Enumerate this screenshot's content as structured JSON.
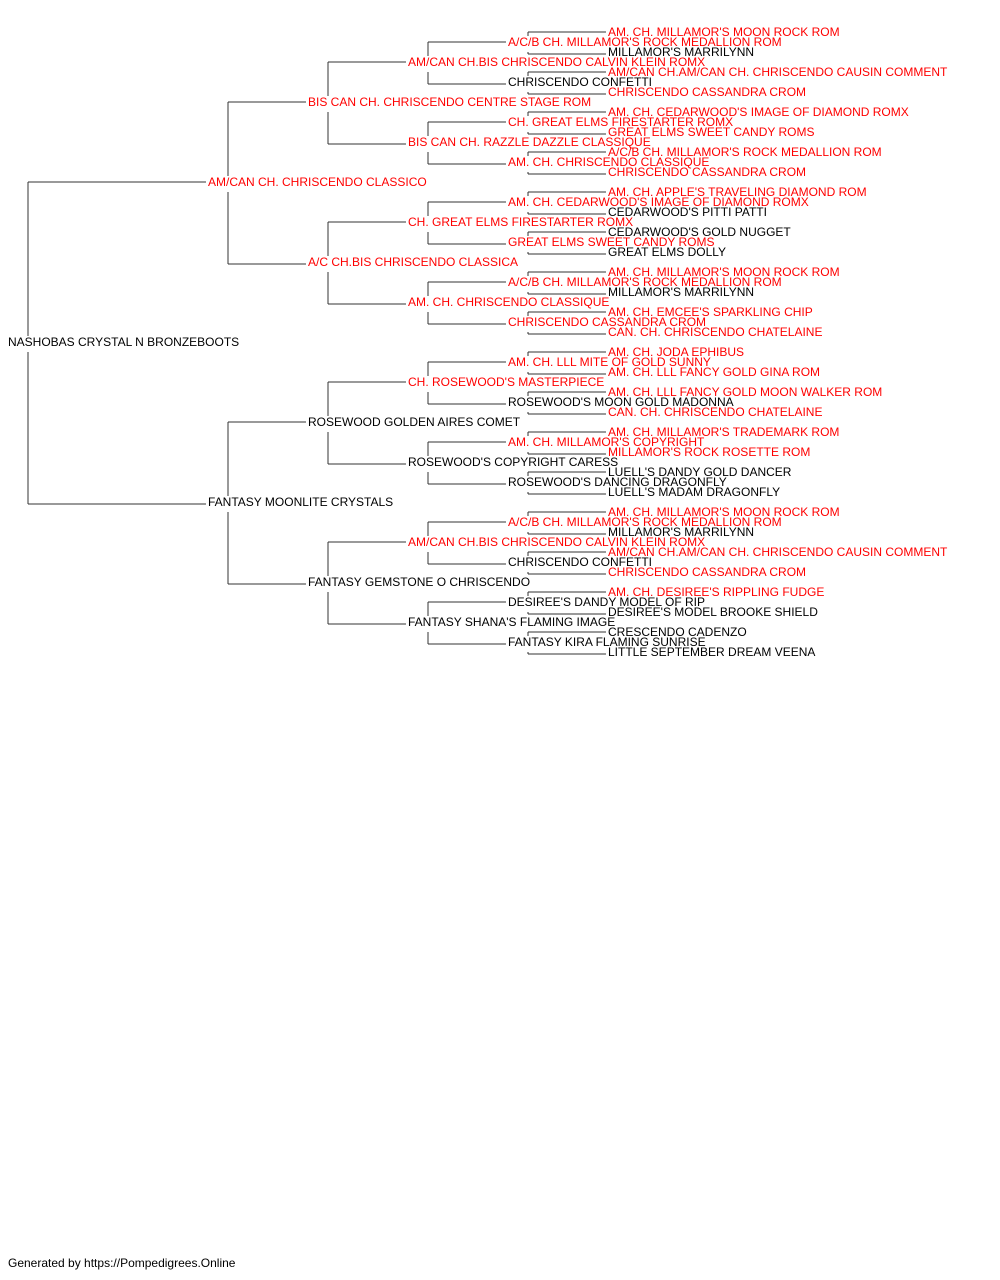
{
  "colors": {
    "champion": "#ff0000",
    "regular": "#000000",
    "line": "#333333"
  },
  "pedigree": {
    "name": "NASHOBAS CRYSTAL N BRONZEBOOTS",
    "champion": false,
    "sire": {
      "name": "AM/CAN CH. CHRISCENDO CLASSICO",
      "champion": true,
      "sire": {
        "name": "BIS CAN CH. CHRISCENDO CENTRE STAGE ROM",
        "champion": true,
        "sire": {
          "name": "AM/CAN CH.BIS CHRISCENDO CALVIN KLEIN ROMX",
          "champion": true,
          "sire": {
            "name": "A/C/B CH. MILLAMOR'S ROCK MEDALLION ROM",
            "champion": true,
            "sire": {
              "name": "AM. CH. MILLAMOR'S MOON ROCK ROM",
              "champion": true
            },
            "dam": {
              "name": "MILLAMOR'S MARRILYNN",
              "champion": false
            }
          },
          "dam": {
            "name": "CHRISCENDO CONFETTI",
            "champion": false,
            "sire": {
              "name": "AM/CAN CH.AM/CAN CH. CHRISCENDO CAUSIN COMMENT",
              "champion": true
            },
            "dam": {
              "name": "CHRISCENDO CASSANDRA CROM",
              "champion": true
            }
          }
        },
        "dam": {
          "name": "BIS CAN CH. RAZZLE DAZZLE CLASSIQUE",
          "champion": true,
          "sire": {
            "name": "CH. GREAT ELMS FIRESTARTER ROMX",
            "champion": true,
            "sire": {
              "name": "AM. CH. CEDARWOOD'S IMAGE OF DIAMOND ROMX",
              "champion": true
            },
            "dam": {
              "name": "GREAT ELMS SWEET CANDY ROMS",
              "champion": true
            }
          },
          "dam": {
            "name": "AM. CH. CHRISCENDO CLASSIQUE",
            "champion": true,
            "sire": {
              "name": "A/C/B CH. MILLAMOR'S ROCK MEDALLION ROM",
              "champion": true
            },
            "dam": {
              "name": "CHRISCENDO CASSANDRA CROM",
              "champion": true
            }
          }
        }
      },
      "dam": {
        "name": "A/C CH.BIS CHRISCENDO CLASSICA",
        "champion": true,
        "sire": {
          "name": "CH. GREAT ELMS FIRESTARTER ROMX",
          "champion": true,
          "sire": {
            "name": "AM. CH. CEDARWOOD'S IMAGE OF DIAMOND ROMX",
            "champion": true,
            "sire": {
              "name": "AM. CH. APPLE'S TRAVELING DIAMOND ROM",
              "champion": true
            },
            "dam": {
              "name": "CEDARWOOD'S PITTI PATTI",
              "champion": false
            }
          },
          "dam": {
            "name": "GREAT ELMS SWEET CANDY ROMS",
            "champion": true,
            "sire": {
              "name": "CEDARWOOD'S GOLD NUGGET",
              "champion": false
            },
            "dam": {
              "name": "GREAT ELMS DOLLY",
              "champion": false
            }
          }
        },
        "dam": {
          "name": "AM. CH. CHRISCENDO CLASSIQUE",
          "champion": true,
          "sire": {
            "name": "A/C/B CH. MILLAMOR'S ROCK MEDALLION ROM",
            "champion": true,
            "sire": {
              "name": "AM. CH. MILLAMOR'S MOON ROCK ROM",
              "champion": true
            },
            "dam": {
              "name": "MILLAMOR'S MARRILYNN",
              "champion": false
            }
          },
          "dam": {
            "name": "CHRISCENDO CASSANDRA CROM",
            "champion": true,
            "sire": {
              "name": "AM. CH. EMCEE'S SPARKLING CHIP",
              "champion": true
            },
            "dam": {
              "name": "CAN. CH. CHRISCENDO CHATELAINE",
              "champion": true
            }
          }
        }
      }
    },
    "dam": {
      "name": "FANTASY MOONLITE CRYSTALS",
      "champion": false,
      "sire": {
        "name": "ROSEWOOD GOLDEN AIRES COMET",
        "champion": false,
        "sire": {
          "name": "CH. ROSEWOOD'S MASTERPIECE",
          "champion": true,
          "sire": {
            "name": "AM. CH. LLL MITE OF GOLD SUNNY",
            "champion": true,
            "sire": {
              "name": "AM. CH. JODA EPHIBUS",
              "champion": true
            },
            "dam": {
              "name": "AM. CH. LLL FANCY GOLD GINA ROM",
              "champion": true
            }
          },
          "dam": {
            "name": "ROSEWOOD'S MOON GOLD MADONNA",
            "champion": false,
            "sire": {
              "name": "AM. CH. LLL FANCY GOLD MOON WALKER ROM",
              "champion": true
            },
            "dam": {
              "name": "CAN. CH. CHRISCENDO CHATELAINE",
              "champion": true
            }
          }
        },
        "dam": {
          "name": "ROSEWOOD'S COPYRIGHT CARESS",
          "champion": false,
          "sire": {
            "name": "AM. CH. MILLAMOR'S COPYRIGHT",
            "champion": true,
            "sire": {
              "name": "AM. CH. MILLAMOR'S TRADEMARK ROM",
              "champion": true
            },
            "dam": {
              "name": "MILLAMOR'S ROCK ROSETTE ROM",
              "champion": true
            }
          },
          "dam": {
            "name": "ROSEWOOD'S DANCING DRAGONFLY",
            "champion": false,
            "sire": {
              "name": "LUELL'S DANDY GOLD DANCER",
              "champion": false
            },
            "dam": {
              "name": "LUELL'S MADAM DRAGONFLY",
              "champion": false
            }
          }
        }
      },
      "dam": {
        "name": "FANTASY GEMSTONE O CHRISCENDO",
        "champion": false,
        "sire": {
          "name": "AM/CAN CH.BIS CHRISCENDO CALVIN KLEIN ROMX",
          "champion": true,
          "sire": {
            "name": "A/C/B CH. MILLAMOR'S ROCK MEDALLION ROM",
            "champion": true,
            "sire": {
              "name": "AM. CH. MILLAMOR'S MOON ROCK ROM",
              "champion": true
            },
            "dam": {
              "name": "MILLAMOR'S MARRILYNN",
              "champion": false
            }
          },
          "dam": {
            "name": "CHRISCENDO CONFETTI",
            "champion": false,
            "sire": {
              "name": "AM/CAN CH.AM/CAN CH. CHRISCENDO CAUSIN COMMENT",
              "champion": true
            },
            "dam": {
              "name": "CHRISCENDO CASSANDRA CROM",
              "champion": true
            }
          }
        },
        "dam": {
          "name": "FANTASY SHANA'S FLAMING IMAGE",
          "champion": false,
          "sire": {
            "name": "DESIREE'S DANDY MODEL OF RIP",
            "champion": false,
            "sire": {
              "name": "AM. CH. DESIREE'S RIPPLING FUDGE",
              "champion": true
            },
            "dam": {
              "name": "DESIREE'S MODEL BROOKE SHIELD",
              "champion": false
            }
          },
          "dam": {
            "name": "FANTASY KIRA FLAMING SUNRISE",
            "champion": false,
            "sire": {
              "name": "CRESCENDO CADENZO",
              "champion": false
            },
            "dam": {
              "name": "LITTLE SEPTEMBER DREAM VEENA",
              "champion": false
            }
          }
        }
      }
    }
  },
  "footer": "Generated by https://Pompedigrees.Online"
}
